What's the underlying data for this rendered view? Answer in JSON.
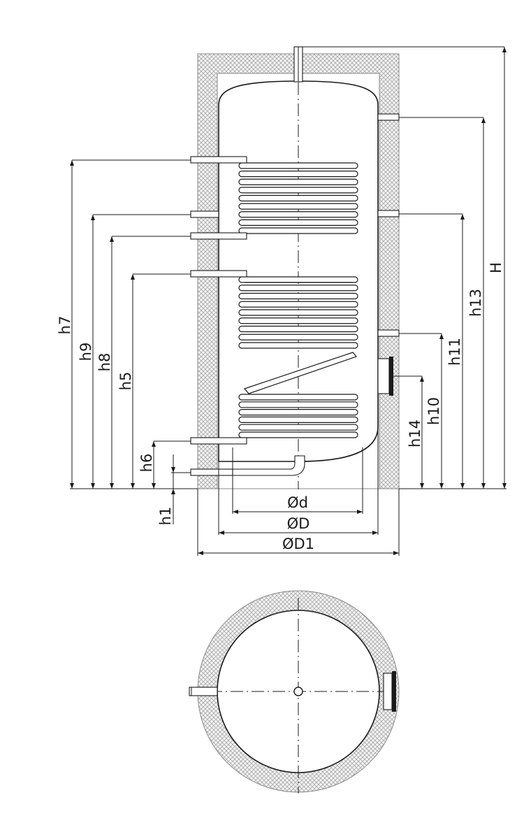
{
  "diagram": {
    "dimension_labels": {
      "H": "H",
      "h1": "h1",
      "h5": "h5",
      "h6": "h6",
      "h7": "h7",
      "h8": "h8",
      "h9": "h9",
      "h10": "h10",
      "h11": "h11",
      "h13": "h13",
      "h14": "h14",
      "d_inner": "Ød",
      "D": "ØD",
      "D1": "ØD1"
    }
  }
}
